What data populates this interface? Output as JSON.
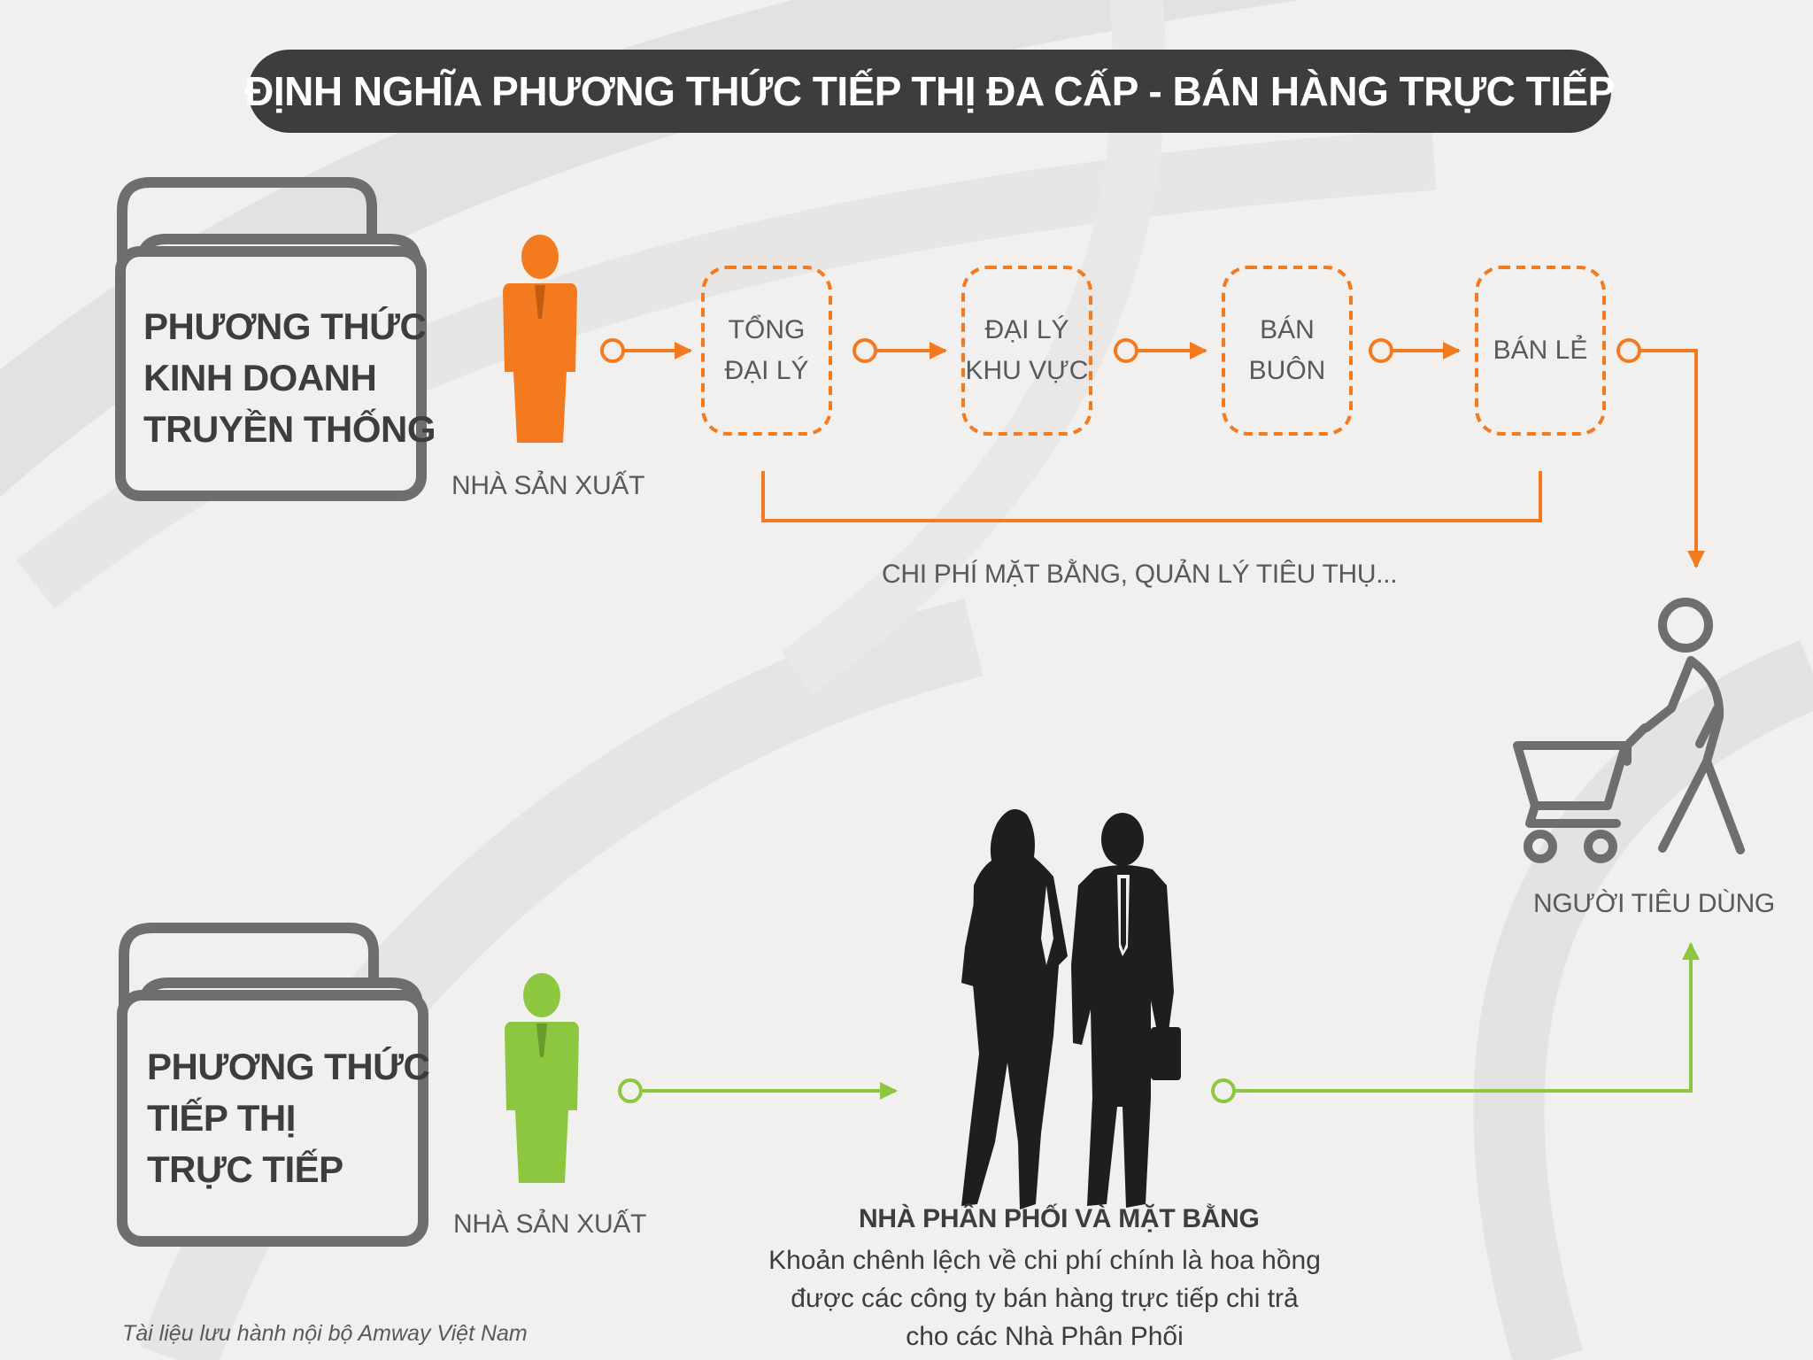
{
  "title": "ĐỊNH NGHĨA PHƯƠNG THỨC TIẾP THỊ ĐA CẤP - BÁN HÀNG TRỰC TIẾP",
  "colors": {
    "orange": "#f47a20",
    "green": "#8dc63f",
    "dark": "#3d3d3f",
    "grey_text": "#58595b",
    "outline": "#6d6e70"
  },
  "traditional": {
    "label_lines": [
      "PHƯƠNG THỨC",
      "KINH DOANH",
      "TRUYỀN THỐNG"
    ],
    "producer_label": "NHÀ SẢN XUẤT",
    "producer_icon": "person-icon",
    "steps": [
      {
        "lines": [
          "TỔNG",
          "ĐẠI LÝ"
        ]
      },
      {
        "lines": [
          "ĐẠI LÝ",
          "KHU VỰC"
        ]
      },
      {
        "lines": [
          "BÁN",
          "BUÔN"
        ]
      },
      {
        "lines": [
          "BÁN LẺ"
        ]
      }
    ],
    "cost_note": "CHI PHÍ MẶT BẰNG, QUẢN LÝ TIÊU THỤ..."
  },
  "consumer": {
    "label": "NGƯỜI TIÊU DÙNG",
    "icon": "shopping-cart-person-icon"
  },
  "direct": {
    "label_lines": [
      "PHƯƠNG THỨC",
      "TIẾP THỊ",
      "TRỰC TIẾP"
    ],
    "producer_label": "NHÀ SẢN XUẤT",
    "producer_icon": "person-icon",
    "distributor_icon": "business-people-icon",
    "distributor_title": "NHÀ PHÂN PHỐI VÀ MẶT BẰNG",
    "distributor_desc_lines": [
      "Khoản chênh lệch về chi phí chính là hoa hồng",
      "được các công ty bán hàng trực tiếp chi trả",
      "cho các Nhà Phân Phối"
    ]
  },
  "footnote": "Tài liệu lưu hành nội bộ Amway Việt Nam"
}
